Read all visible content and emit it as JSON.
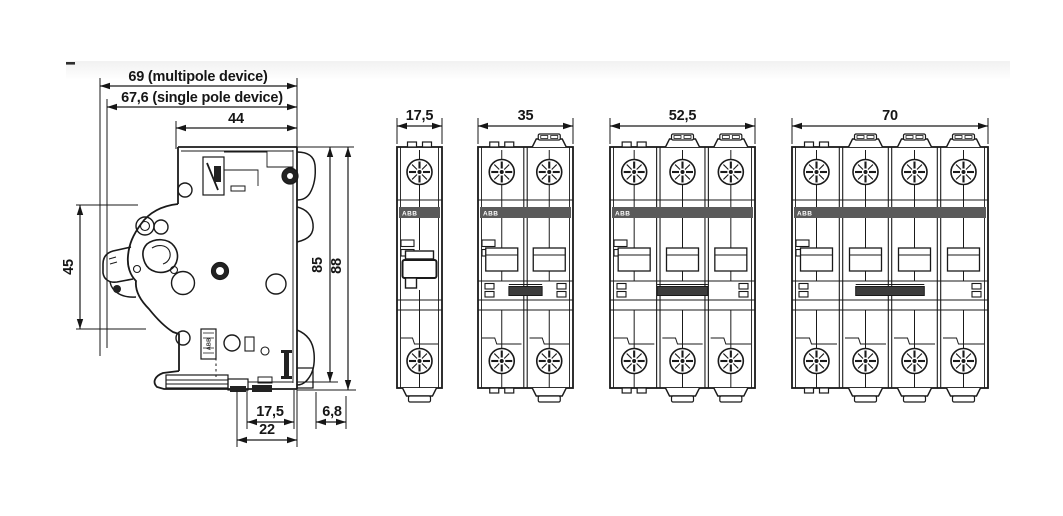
{
  "brand": "ABB",
  "colors": {
    "line": "#1a1a1a",
    "band": "#5a5a5a",
    "band_text": "#ffffff",
    "handle_fill": "#3c3c3c",
    "background": "#ffffff",
    "shade": "#e9e9e9"
  },
  "side_view": {
    "dimensions": {
      "width_multipole": "69 (multipole device)",
      "width_single_pole": "67,6 (single pole device)",
      "body_width": "44",
      "front_height": "45",
      "body_height": "85",
      "total_height": "88",
      "din_offset": "17,5",
      "rear_depth": "6,8",
      "din_slot_width": "22"
    }
  },
  "front_views": [
    {
      "name": "single-pole",
      "poles": 1,
      "width_label": "17,5"
    },
    {
      "name": "two-pole",
      "poles": 2,
      "width_label": "35"
    },
    {
      "name": "three-pole",
      "poles": 3,
      "width_label": "52,5"
    },
    {
      "name": "four-pole",
      "poles": 4,
      "width_label": "70"
    }
  ]
}
